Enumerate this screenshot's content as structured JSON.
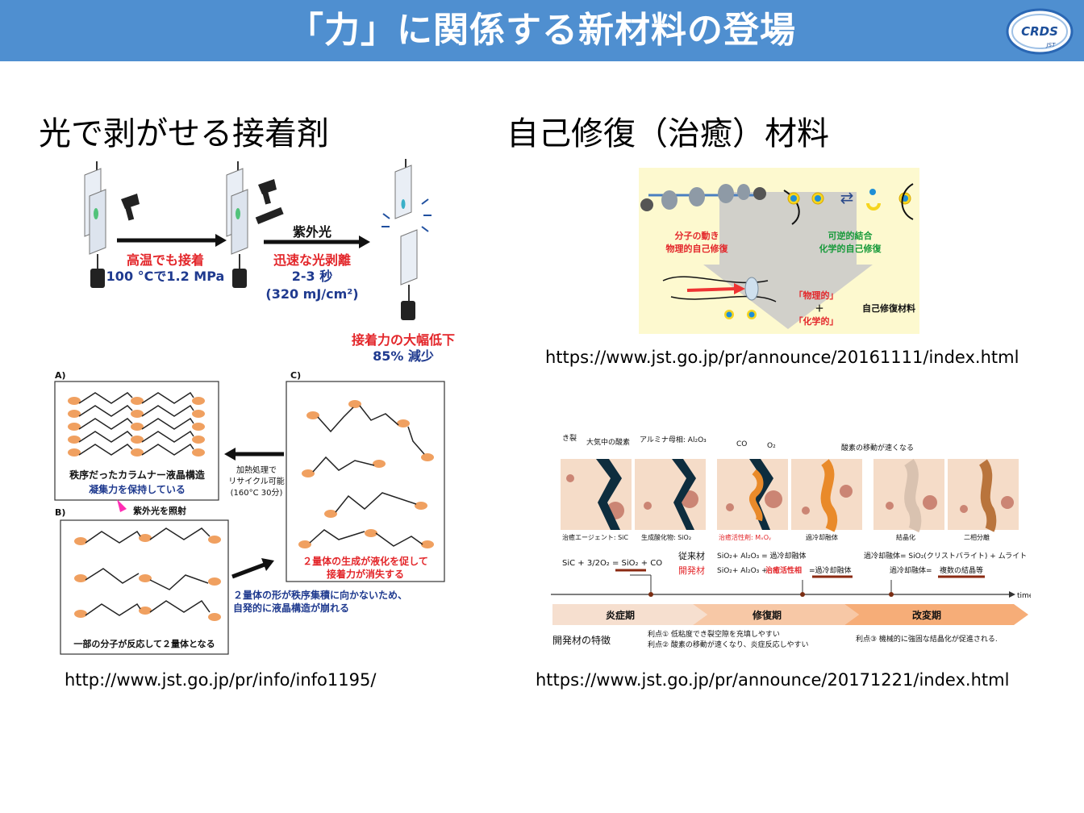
{
  "header": {
    "title": "「力」に関係する新材料の登場",
    "logo_text": "CRDS",
    "logo_subtext": "JST",
    "colors": {
      "bar": "#4f8fd0",
      "title": "#ffffff"
    }
  },
  "left": {
    "title": "光で剥がせる接着剤",
    "url": "http://www.jst.go.jp/pr/info/info1195/",
    "fig_top": {
      "label_high_temp": "高温でも接着",
      "label_conditions": "100 °Cで1.2 MPa",
      "label_uv": "紫外光",
      "label_fast": "迅速な光剥離",
      "label_seconds": "2-3 秒",
      "label_energy": "(320 mJ/cm²)",
      "label_drop": "接着力の大幅低下",
      "label_reduction": "85% 減少"
    },
    "fig_bottom": {
      "panel_a": "A)",
      "panel_b": "B)",
      "panel_c": "C)",
      "a_caption_1": "秩序だったカラムナー液晶構造",
      "a_caption_2": "凝集力を保持している",
      "recycle_1": "加熱処理で",
      "recycle_2": "リサイクル可能",
      "recycle_3": "(160°C 30分)",
      "uv_label": "紫外光を照射",
      "b_caption": "一部の分子が反応して２量体となる",
      "c_caption_1": "２量体の生成が液化を促して",
      "c_caption_2": "接着力が消失する",
      "note_1": "２量体の形が秩序集積に向かないため、",
      "note_2": "自発的に液晶構造が崩れる"
    }
  },
  "right": {
    "title": "自己修復（治癒）材料",
    "url_1": "https://www.jst.go.jp/pr/announce/20161111/index.html",
    "url_2": "https://www.jst.go.jp/pr/announce/20171221/index.html",
    "fig_top": {
      "phys_1": "分子の動き",
      "phys_2": "物理的自己修復",
      "chem_1": "可逆的結合",
      "chem_2": "化学的自己修復",
      "butsuri": "「物理的」",
      "plus": "＋",
      "kagaku": "「化学的」",
      "material": "自己修復材料"
    },
    "fig_bottom": {
      "crack": "き裂",
      "oxygen_air": "大気中の酸素",
      "alumina": "アルミナ母相: Al₂O₃",
      "co": "CO",
      "o2": "O₂",
      "oxygen_fast": "酸素の移動が速くなる",
      "agent": "治癒エージェント: SiC",
      "oxide": "生成酸化物: SiO₂",
      "active": "治癒活性剤: MₓOᵧ",
      "supercooled": "過冷却融体",
      "crystallize": "結晶化",
      "two_phase": "二相分離",
      "reaction": "SiC + 3/2O₂ = SiO₂ + CO",
      "conventional": "従来材",
      "developed": "開発材",
      "eq_conv": "SiO₂+ Al₂O₃ = 過冷却融体",
      "eq_dev_1": "SiO₂+ Al₂O₃ +",
      "eq_dev_2": "治癒活性相",
      "eq_dev_3": "=過冷却融体",
      "eq_right_1": "過冷却融体= SiO₂(クリストバライト) + ムライト",
      "eq_right_2": "過冷却融体=",
      "eq_right_3": "複数の結晶等",
      "time": "time",
      "phase_1": "炎症期",
      "phase_2": "修復期",
      "phase_3": "改変期",
      "features": "開発材の特徴",
      "merit_1": "利点①  低粘度でき裂空隙を充填しやすい",
      "merit_2": "利点②  酸素の移動が速くなり、炎症反応しやすい",
      "merit_3": "利点③  機械的に強固な結晶化が促進される."
    }
  }
}
